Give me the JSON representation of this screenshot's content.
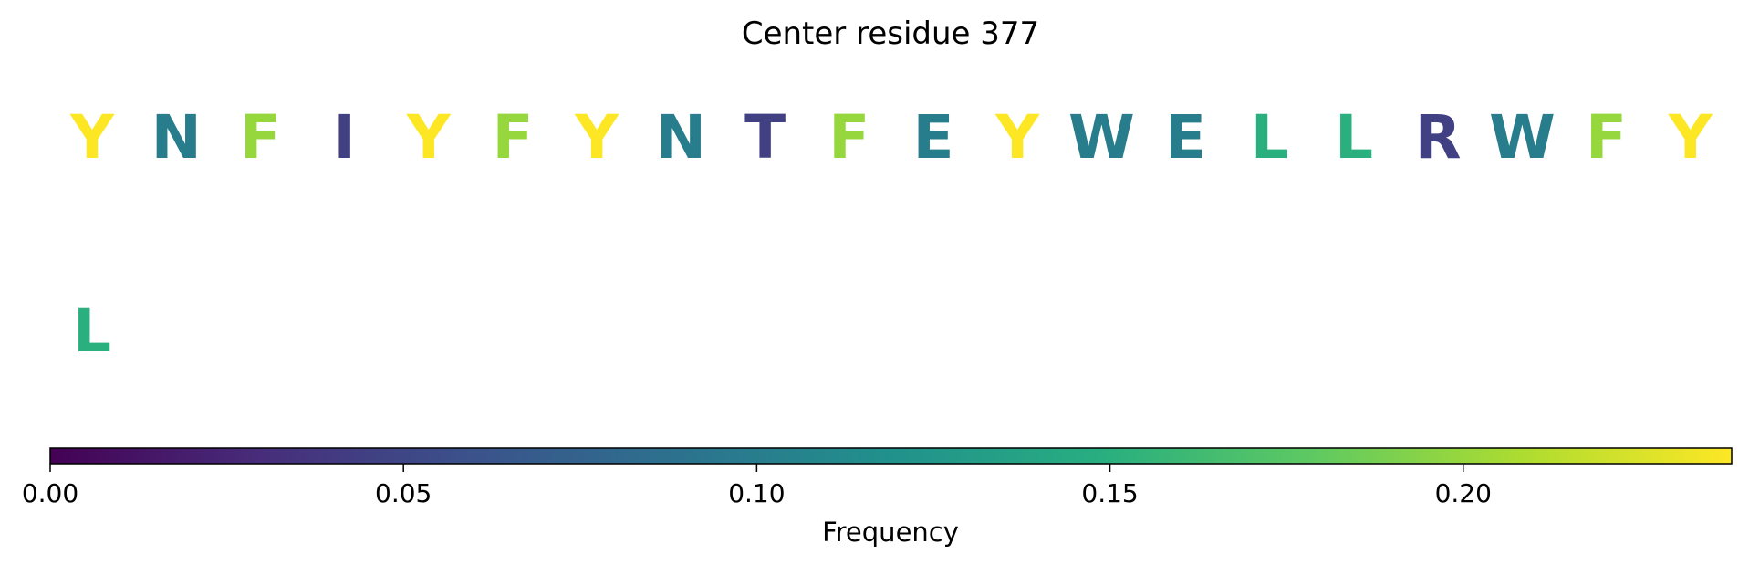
{
  "chart_data": {
    "type": "sequence-logo",
    "title": "Center residue 377",
    "rows": [
      [
        {
          "letter": "Y",
          "value": 0.24
        },
        {
          "letter": "N",
          "value": 0.1
        },
        {
          "letter": "F",
          "value": 0.2
        },
        {
          "letter": "I",
          "value": 0.045
        },
        {
          "letter": "Y",
          "value": 0.24
        },
        {
          "letter": "F",
          "value": 0.2
        },
        {
          "letter": "Y",
          "value": 0.24
        },
        {
          "letter": "N",
          "value": 0.1
        },
        {
          "letter": "T",
          "value": 0.045
        },
        {
          "letter": "F",
          "value": 0.2
        },
        {
          "letter": "E",
          "value": 0.1
        },
        {
          "letter": "Y",
          "value": 0.24
        },
        {
          "letter": "W",
          "value": 0.1
        },
        {
          "letter": "E",
          "value": 0.1
        },
        {
          "letter": "L",
          "value": 0.15
        },
        {
          "letter": "L",
          "value": 0.15
        },
        {
          "letter": "R",
          "value": 0.045
        },
        {
          "letter": "W",
          "value": 0.1
        },
        {
          "letter": "F",
          "value": 0.2
        },
        {
          "letter": "Y",
          "value": 0.24
        }
      ],
      [
        {
          "letter": "L",
          "value": 0.15
        }
      ]
    ],
    "colorbar": {
      "label": "Frequency",
      "range": [
        0,
        0.238
      ],
      "ticks": [
        "0.00",
        "0.05",
        "0.10",
        "0.15",
        "0.20"
      ],
      "colormap": "viridis"
    }
  }
}
